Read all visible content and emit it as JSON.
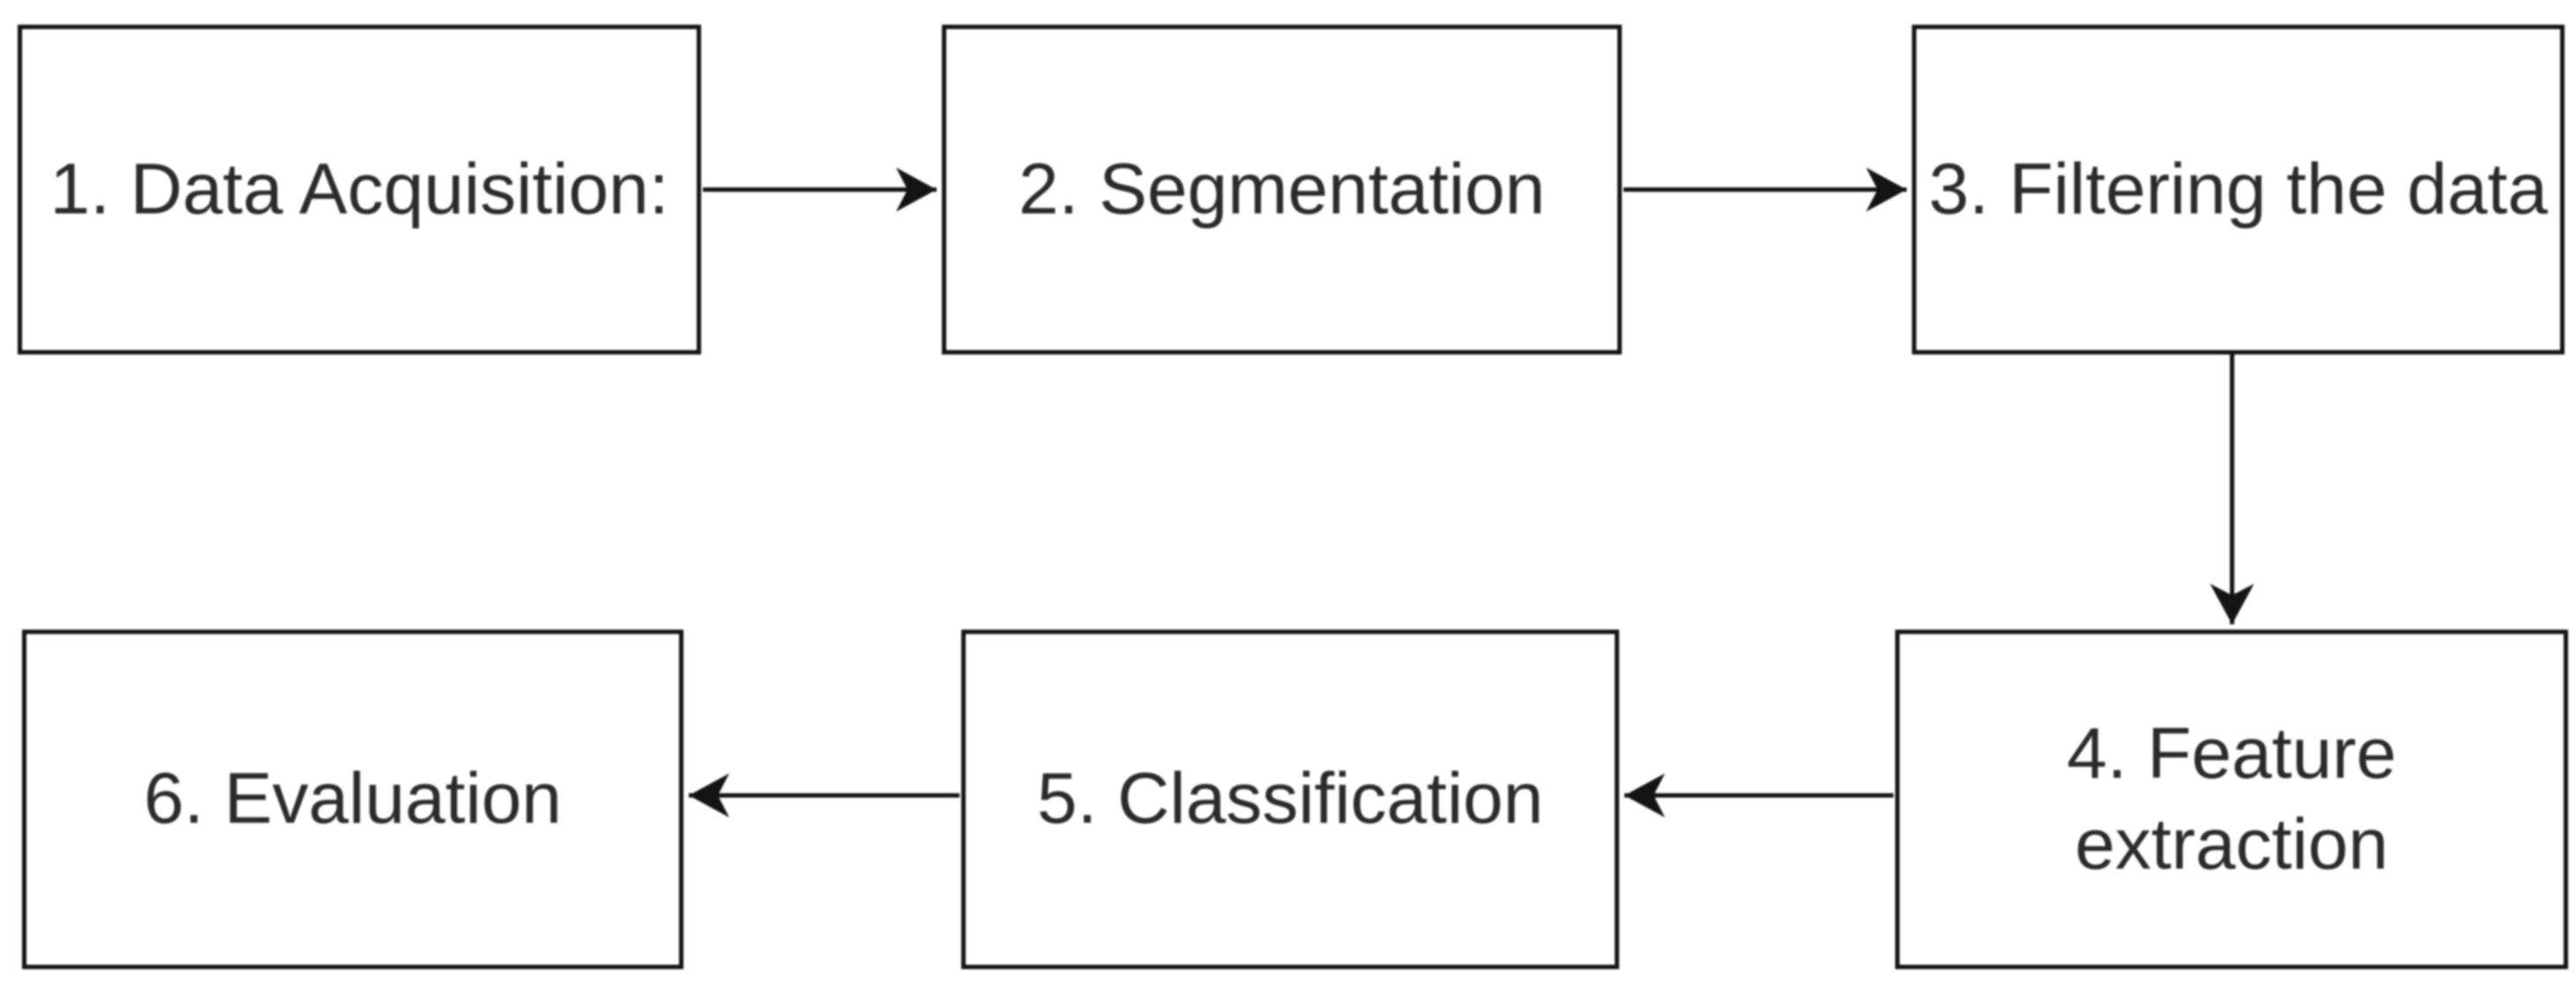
{
  "diagram": {
    "type": "flowchart",
    "background": "#ffffff",
    "colors": {
      "box_fill": "#ffffff",
      "box_border": "#141414",
      "text": "#2b2b2b",
      "arrow": "#141414"
    },
    "nodes": [
      {
        "id": "1",
        "label": "1. Data Acquisition:"
      },
      {
        "id": "2",
        "label": "2. Segmentation"
      },
      {
        "id": "3",
        "label": "3. Filtering the data"
      },
      {
        "id": "4",
        "label": "4. Feature extraction"
      },
      {
        "id": "5",
        "label": "5. Classification"
      },
      {
        "id": "6",
        "label": "6. Evaluation"
      }
    ],
    "edges": [
      {
        "from": "1",
        "to": "2",
        "direction": "right"
      },
      {
        "from": "2",
        "to": "3",
        "direction": "right"
      },
      {
        "from": "3",
        "to": "4",
        "direction": "down"
      },
      {
        "from": "4",
        "to": "5",
        "direction": "left"
      },
      {
        "from": "5",
        "to": "6",
        "direction": "left"
      }
    ]
  }
}
